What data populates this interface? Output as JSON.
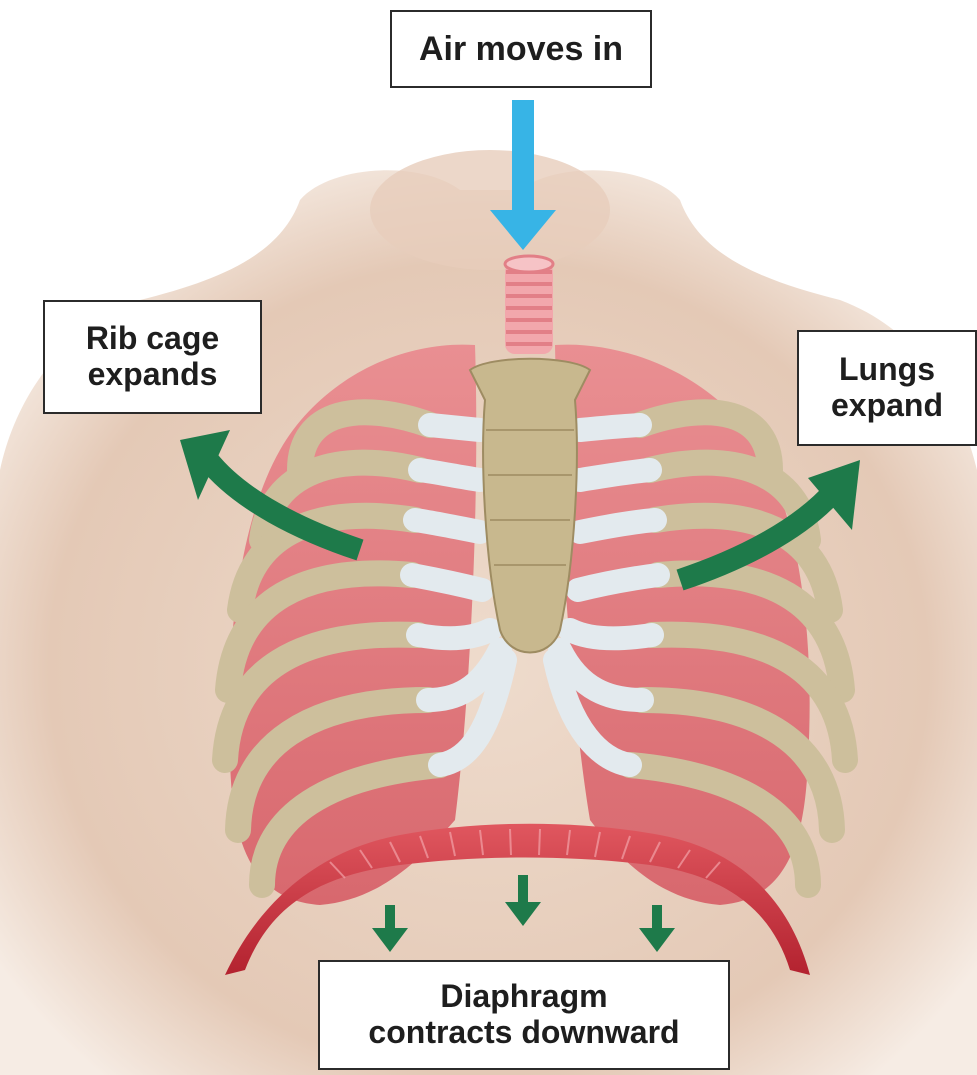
{
  "labels": {
    "air_in": "Air moves in",
    "rib_cage_line1": "Rib cage",
    "rib_cage_line2": "expands",
    "lungs_line1": "Lungs",
    "lungs_line2": "expand",
    "diaphragm_line1": "Diaphragm",
    "diaphragm_line2": "contracts downward"
  },
  "colors": {
    "air_arrow": "#37b4e6",
    "movement_arrow": "#1e7a4a",
    "lung": "#e07b80",
    "rib_bone": "#ddd8cf",
    "rib_cartilage": "#e8eef2",
    "sternum": "#c9b98e",
    "diaphragm": "#c7343f",
    "skin": "#e9d3c4"
  },
  "icons": {
    "air_arrow": "arrow-down-icon",
    "rib_arrow": "curved-arrow-up-left-icon",
    "lungs_arrow": "curved-arrow-up-right-icon",
    "diaphragm_arrows": "arrow-down-icon"
  }
}
